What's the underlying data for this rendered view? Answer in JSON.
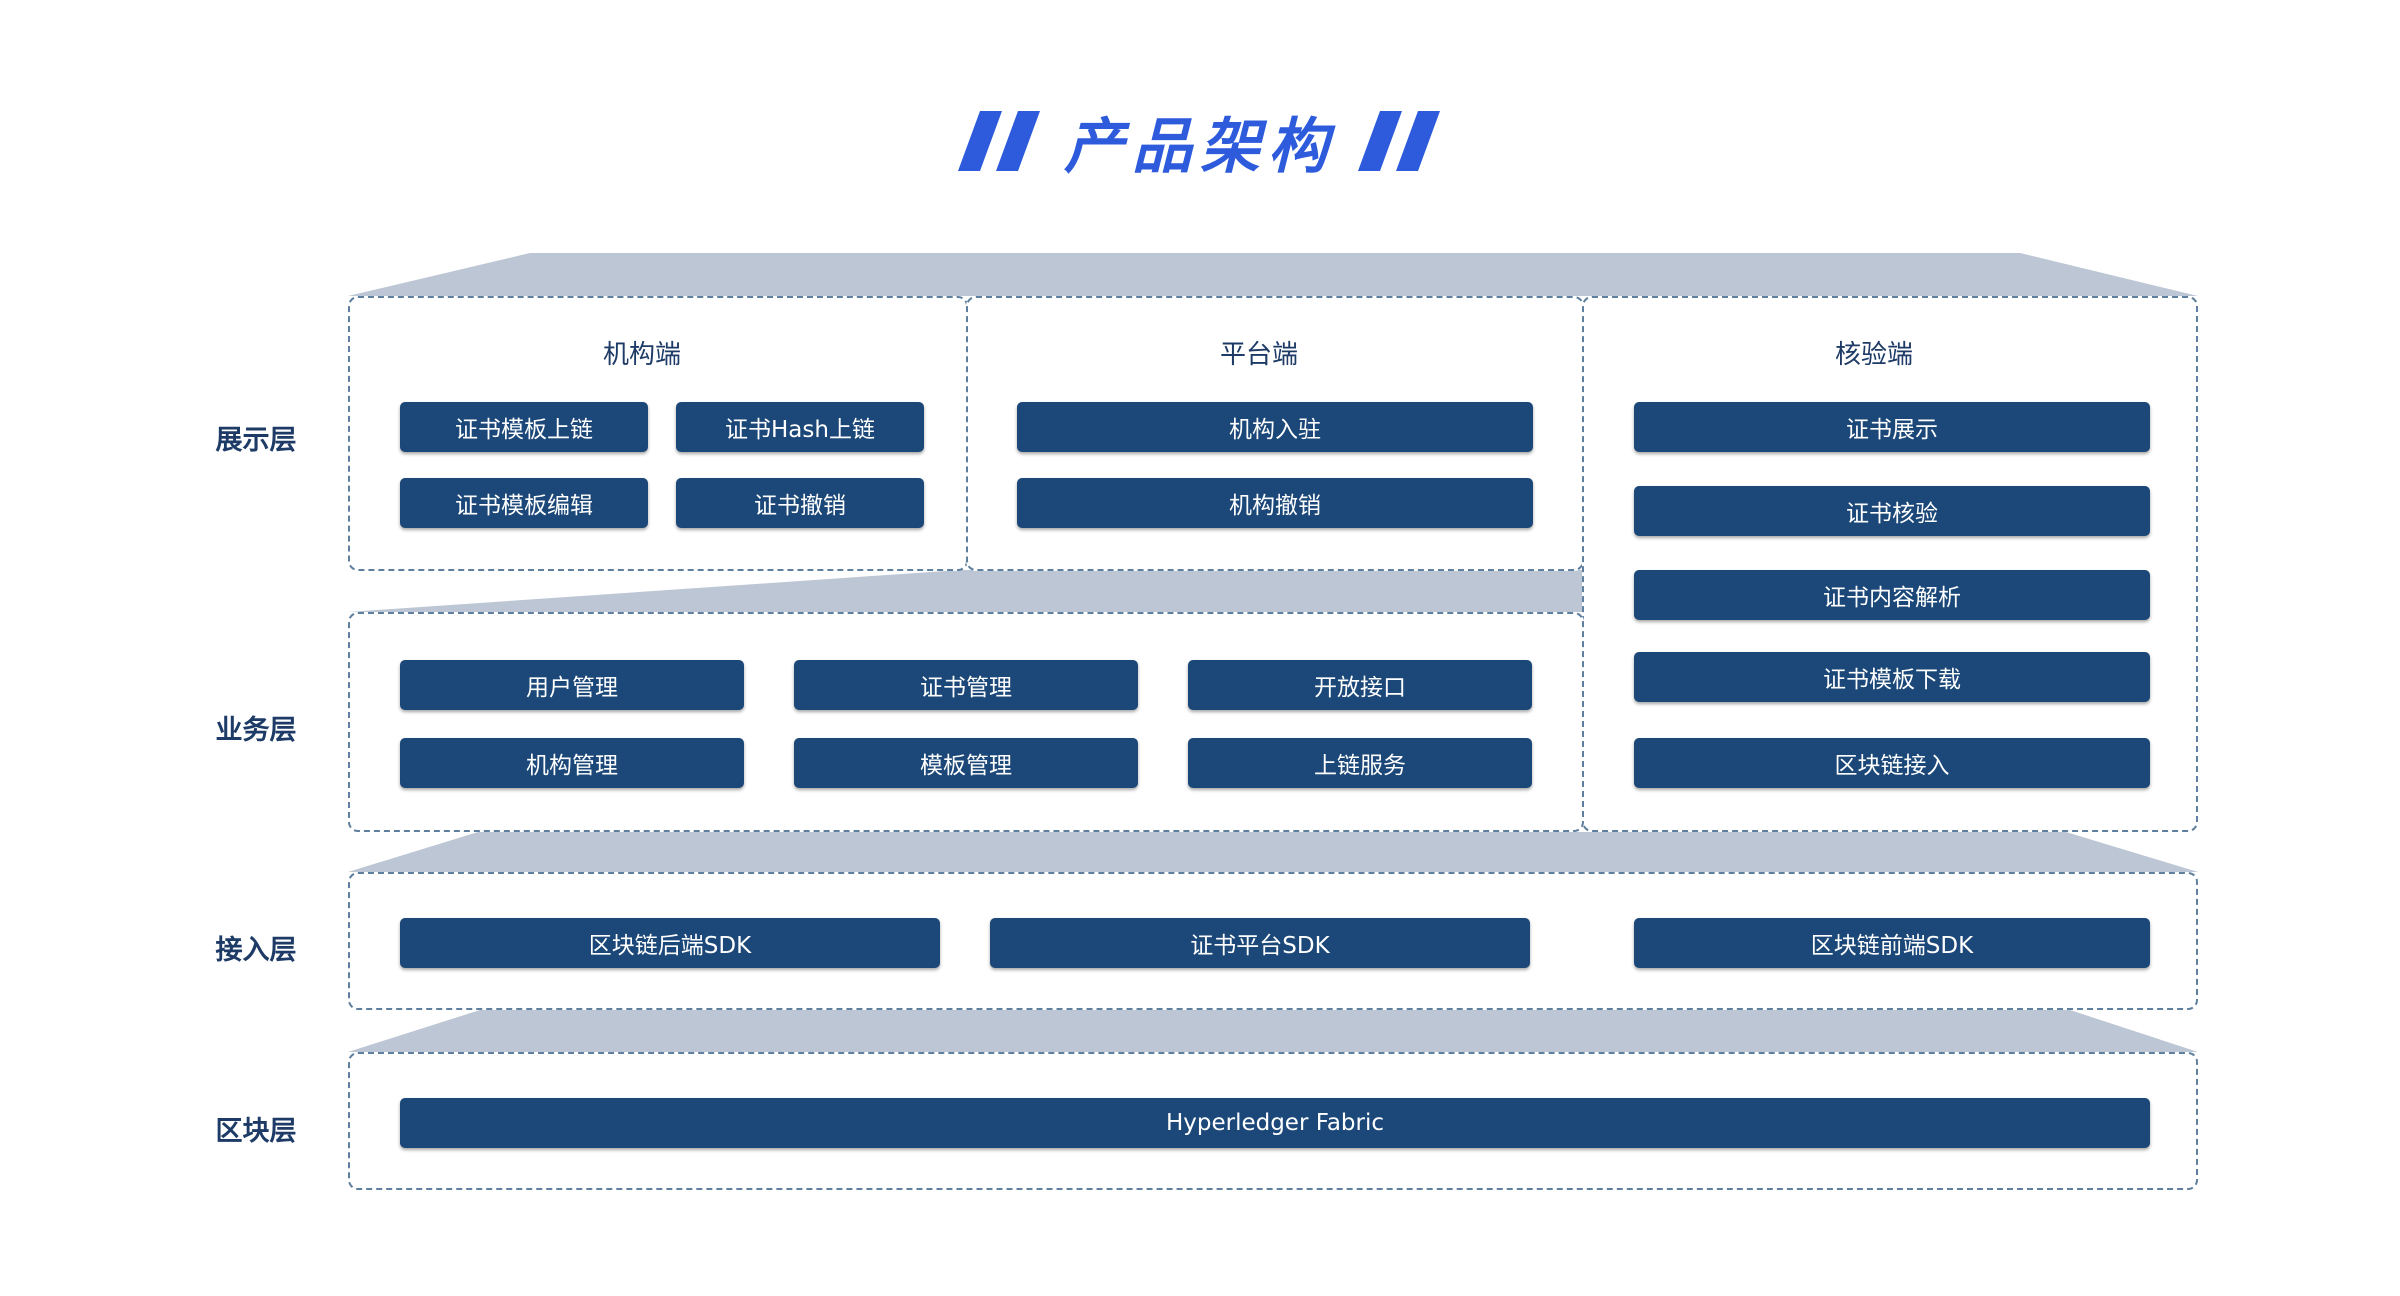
{
  "title": "产品架构",
  "layers": {
    "presentation": "展示层",
    "business": "业务层",
    "access": "接入层",
    "blockchain": "区块层"
  },
  "sections": {
    "org": {
      "title": "机构端",
      "items": [
        "证书模板上链",
        "证书Hash上链",
        "证书模板编辑",
        "证书撤销"
      ]
    },
    "platform": {
      "title": "平台端",
      "items": [
        "机构入驻",
        "机构撤销"
      ]
    },
    "verify": {
      "title": "核验端",
      "items": [
        "证书展示",
        "证书核验",
        "证书内容解析",
        "证书模板下载",
        "区块链接入"
      ]
    }
  },
  "business": {
    "items": [
      "用户管理",
      "证书管理",
      "开放接口",
      "机构管理",
      "模板管理",
      "上链服务"
    ]
  },
  "access": {
    "items": [
      "区块链后端SDK",
      "证书平台SDK",
      "区块链前端SDK"
    ]
  },
  "blockchain": {
    "items": [
      "Hyperledger Fabric"
    ]
  },
  "colors": {
    "button": "#1b4878",
    "title": "#2d5bdc",
    "connector": "#bcc6d4",
    "border": "#5f7f9e",
    "label": "#1d3b66"
  }
}
